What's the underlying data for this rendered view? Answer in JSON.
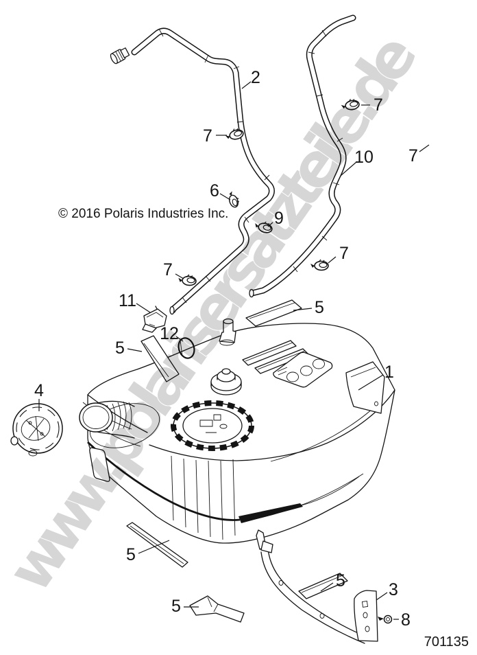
{
  "meta": {
    "copyright": "© 2016 Polaris Industries Inc.",
    "part_number": "701135",
    "watermark": "www.polarisersatzteile.de"
  },
  "colors": {
    "line": "#141414",
    "watermark_fill": "#d6d6d6",
    "background": "#ffffff"
  },
  "callouts": [
    {
      "label": "1"
    },
    {
      "label": "2"
    },
    {
      "label": "3"
    },
    {
      "label": "4"
    },
    {
      "label": "5"
    },
    {
      "label": "5"
    },
    {
      "label": "5"
    },
    {
      "label": "5"
    },
    {
      "label": "5"
    },
    {
      "label": "6"
    },
    {
      "label": "7"
    },
    {
      "label": "7"
    },
    {
      "label": "7"
    },
    {
      "label": "7"
    },
    {
      "label": "7"
    },
    {
      "label": "8"
    },
    {
      "label": "9"
    },
    {
      "label": "10"
    },
    {
      "label": "11"
    },
    {
      "label": "12"
    }
  ]
}
